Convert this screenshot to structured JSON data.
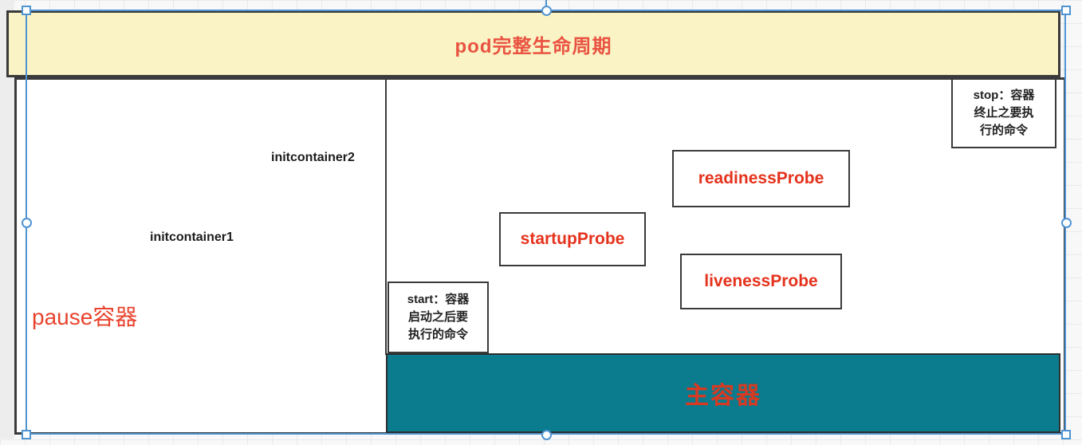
{
  "diagram": {
    "banner": {
      "label": "pod完整生命周期"
    },
    "pause_container": {
      "label": "pause容器"
    },
    "init_containers": [
      {
        "label": "initcontainer1"
      },
      {
        "label": "initcontainer2"
      }
    ],
    "hooks": {
      "start": {
        "line1": "start：容器",
        "line2": "启动之后要",
        "line3": "执行的命令"
      },
      "stop": {
        "line1": "stop：容器",
        "line2": "终止之要执",
        "line3": "行的命令"
      }
    },
    "probes": {
      "readiness": {
        "label": "readinessProbe"
      },
      "startup": {
        "label": "startupProbe"
      },
      "liveness": {
        "label": "livenessProbe"
      }
    },
    "main_container": {
      "label": "主容器"
    }
  },
  "colors": {
    "banner_fill": "#FAF3C5",
    "banner_text": "#E95341",
    "probe_text": "#E5321C",
    "pause_text": "#E8432D",
    "main_fill": "#0B7B8E",
    "main_text": "#D73A22",
    "border_dark": "#3A3A3A",
    "selection_blue": "#4F93D2",
    "label_dark": "#1C1C1C"
  }
}
